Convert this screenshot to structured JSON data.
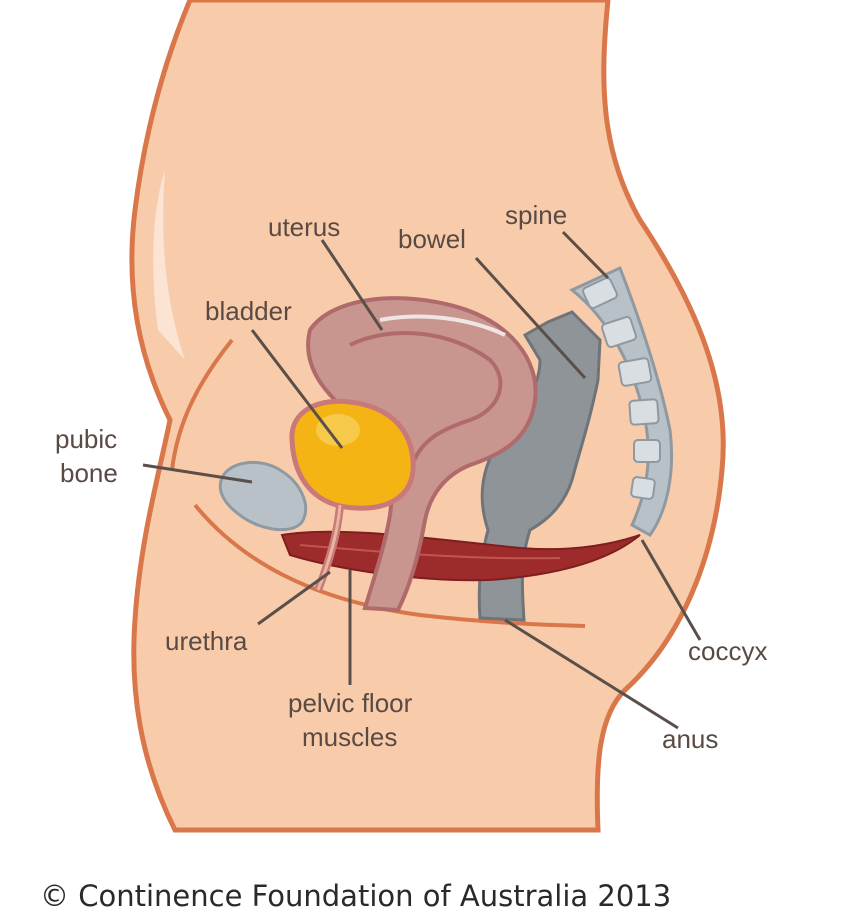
{
  "labels": {
    "uterus": "uterus",
    "bowel": "bowel",
    "spine": "spine",
    "bladder": "bladder",
    "pubic_bone_line1": "pubic",
    "pubic_bone_line2": "bone",
    "urethra": "urethra",
    "pelvic_floor_line1": "pelvic floor",
    "pelvic_floor_line2": "muscles",
    "coccyx": "coccyx",
    "anus": "anus"
  },
  "copyright": "© Continence Foundation of Australia 2013",
  "colors": {
    "skin": "#f8ccaa",
    "skin_outline": "#d9774a",
    "uterus": "#c9958f",
    "uterus_outline": "#b06a6c",
    "bladder": "#f4b414",
    "bladder_outline": "#c97a78",
    "bowel": "#8f9499",
    "bone": "#b9c1c8",
    "muscle": "#9e2b2b"
  }
}
